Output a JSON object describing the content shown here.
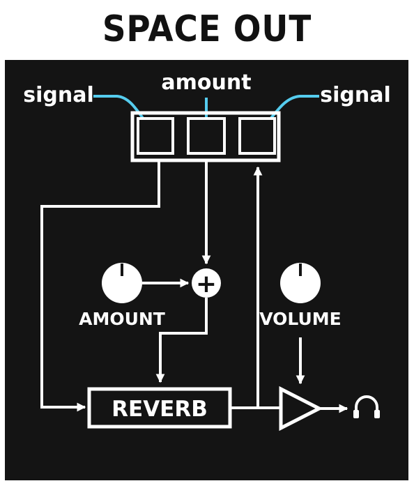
{
  "title": "SPACE OUT",
  "inputs": {
    "left_label": "signal",
    "center_label": "amount",
    "right_label": "signal"
  },
  "knobs": {
    "amount_label": "AMOUNT",
    "volume_label": "VOLUME"
  },
  "blocks": {
    "reverb_label": "REVERB",
    "mixer_symbol": "+"
  },
  "output": {
    "icon": "headphones-icon"
  },
  "colors": {
    "panel": "#141414",
    "line": "#ffffff",
    "accent": "#55ccee"
  }
}
